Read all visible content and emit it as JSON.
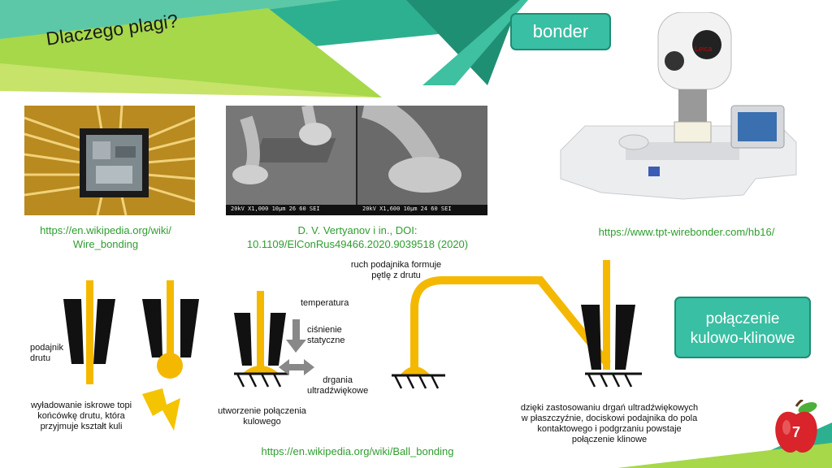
{
  "slide": {
    "title": "Dlaczego plagi?",
    "page_number": "7"
  },
  "badges": {
    "bonder": "bonder",
    "bond_type_line1": "połączenie",
    "bond_type_line2": "kulowo-klinowe"
  },
  "sources": {
    "wiki_wire_line1": "https://en.wikipedia.org/wiki/",
    "wiki_wire_line2": "Wire_bonding",
    "paper_line1": "D. V. Vertyanov i in., DOI:",
    "paper_line2": "10.1109/ElConRus49466.2020.9039518 (2020)",
    "tpt": "https://www.tpt-wirebonder.com/hb16/",
    "wiki_ball": "https://en.wikipedia.org/wiki/Ball_bonding"
  },
  "sem": {
    "left_caption": "20kV   X1,000   10μm        26 60 SEI",
    "right_caption": "20kV   X1,600   10μm        24 60 SEI"
  },
  "diagram": {
    "feeder_line1": "podajnik",
    "feeder_line2": "drutu",
    "spark_line1": "wyładowanie iskrowe topi",
    "spark_line2": "końcówkę drutu, która",
    "spark_line3": "przyjmuje kształt kuli",
    "temperature": "temperatura",
    "pressure_line1": "ciśnienie",
    "pressure_line2": "statyczne",
    "vibration_line1": "drgania",
    "vibration_line2": "ultradźwiękowe",
    "ball_bond_line1": "utworzenie połączenia",
    "ball_bond_line2": "kulowego",
    "loop_line1": "ruch podajnika formuje",
    "loop_line2": "pętlę z drutu",
    "wedge_line1": "dzięki zastosowaniu drgań ultradźwiękowych",
    "wedge_line2": "w płaszczyźnie, dociskowi podajnika do pola",
    "wedge_line3": "kontaktowego i podgrzaniu powstaje",
    "wedge_line4": "połączenie klinowe"
  },
  "colors": {
    "accent": "#39bfa3",
    "wire": "#f5b800",
    "link": "#2f9d2f",
    "apple": "#d8242a"
  }
}
